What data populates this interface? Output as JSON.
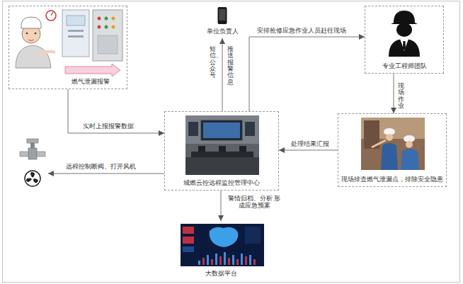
{
  "diagram": {
    "nodes": [
      {
        "text": [
          "燃气泄漏报警"
        ]
      },
      {
        "text": [
          "单位负责人"
        ]
      },
      {
        "text": [
          "专业工程师团队"
        ]
      },
      {
        "text": [
          "城燃云控远程监控管理中心"
        ]
      },
      {
        "text": [
          "现场排查燃气泄漏点，排除安全隐患"
        ]
      },
      {
        "text": [
          "大数据平台"
        ]
      }
    ],
    "edges": [
      {
        "from": 0,
        "to": 3,
        "label": "实时上报报警数据",
        "arrow": "to"
      },
      {
        "from": 3,
        "to": 1,
        "label": "推送报警信息",
        "arrow": "to"
      },
      {
        "from": 3,
        "to": 2,
        "label": "安排抢修应急作业人员赶往现场",
        "arrow": "to"
      },
      {
        "from": 2,
        "to": 4,
        "label": "现场作业",
        "arrow": "to"
      },
      {
        "from": 4,
        "to": 3,
        "label": "处理结果汇报",
        "arrow": "to"
      },
      {
        "from": 3,
        "to": 5,
        "label": "警情归档、分析 形成应急预案",
        "arrow": "to"
      }
    ],
    "labels": [
      "短信、公众号",
      "远程控制断阀、打开风机"
    ]
  }
}
